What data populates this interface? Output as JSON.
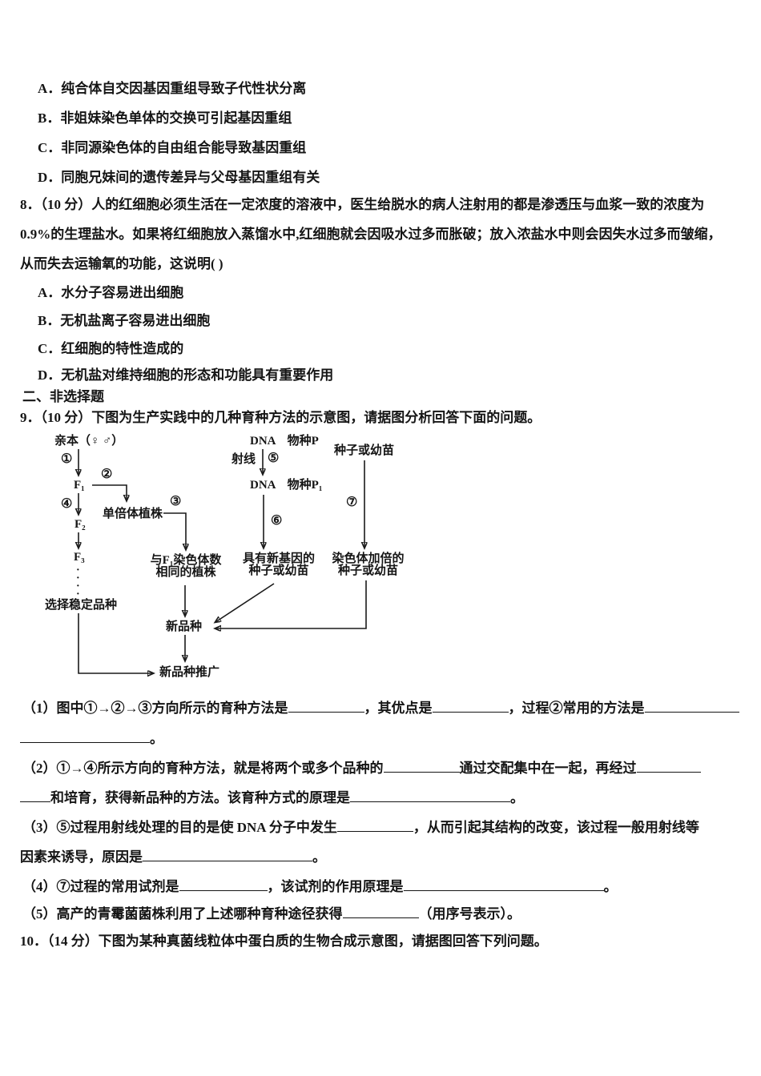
{
  "q7": {
    "options": [
      "A．纯合体自交因基因重组导致子代性状分离",
      "B．非姐妹染色单体的交换可引起基因重组",
      "C．非同源染色体的自由组合能导致基因重组",
      "D．同胞兄妹间的遗传差异与父母基因重组有关"
    ]
  },
  "q8": {
    "stem_line1": "8．（10 分）人的红细胞必须生活在一定浓度的溶液中，医生给脱水的病人注射用的都是渗透压与血浆一致的浓度为",
    "stem_line2": "0.9%的生理盐水。如果将红细胞放入蒸馏水中,红细胞就会因吸水过多而胀破；放入浓盐水中则会因失水过多而皱缩，",
    "stem_line3": "从而失去运输氧的功能，这说明( )",
    "options": [
      "A．水分子容易进出细胞",
      "B．无机盐离子容易进出细胞",
      "C．红细胞的特性造成的",
      "D．无机盐对维持细胞的形态和功能具有重要作用"
    ]
  },
  "section2_heading": "二、非选择题",
  "q9": {
    "intro": "9．（10 分）下图为生产实践中的几种育种方法的示意图，请据图分析回答下面的问题。",
    "diagram": {
      "parent": "亲本（♀ ♂）",
      "circled": [
        "①",
        "②",
        "③",
        "④",
        "⑤",
        "⑥",
        "⑦"
      ],
      "f1": "F₁",
      "f2": "F₂",
      "f3": "F₃",
      "vdots": "·\n·\n·\n·",
      "haploid": "单倍体植株",
      "same_chrom_line1": "与F₁染色体数",
      "same_chrom_line2": "相同的植株",
      "select_stable": "选择稳定品种",
      "ray": "射线",
      "dna_p": "DNA　物种P",
      "dna_p1": "DNA　物种P₁",
      "new_gene_line1": "具有新基因的",
      "new_gene_line2": "种子或幼苗",
      "seeds": "种子或幼苗",
      "doubled_line1": "染色体加倍的",
      "doubled_line2": "种子或幼苗",
      "new_variety": "新品种",
      "promotion": "新品种推广"
    },
    "sub1_a": "（1）图中①→②→③方向所示的育种方法是",
    "sub1_b": "，其优点是",
    "sub1_c": "，过程②常用的方法是",
    "sub1_end": "。",
    "sub2_a": "（2）①→④所示方向的育种方法，就是将两个或多个品种的",
    "sub2_b": "通过交配集中在一起，再经过",
    "sub2_c": "和培育，获得新品种的方法。该育种方式的原理是",
    "sub2_end": "。",
    "sub3_a": "（3）⑤过程用射线处理的目的是使 DNA 分子中发生",
    "sub3_b": "，从而引起其结构的改变，该过程一般用射线等",
    "sub3_c": "因素来诱导，原因是",
    "sub3_end": "。",
    "sub4_a": "（4）⑦过程的常用试剂是",
    "sub4_b": "，该试剂的作用原理是",
    "sub4_end": "。",
    "sub5_a": "（5）高产的青霉菌菌株利用了上述哪种育种途径获得",
    "sub5_b": "（用序号表示）。"
  },
  "q10": {
    "intro": "10．（14 分）下图为某种真菌线粒体中蛋白质的生物合成示意图，请据图回答下列问题。"
  }
}
